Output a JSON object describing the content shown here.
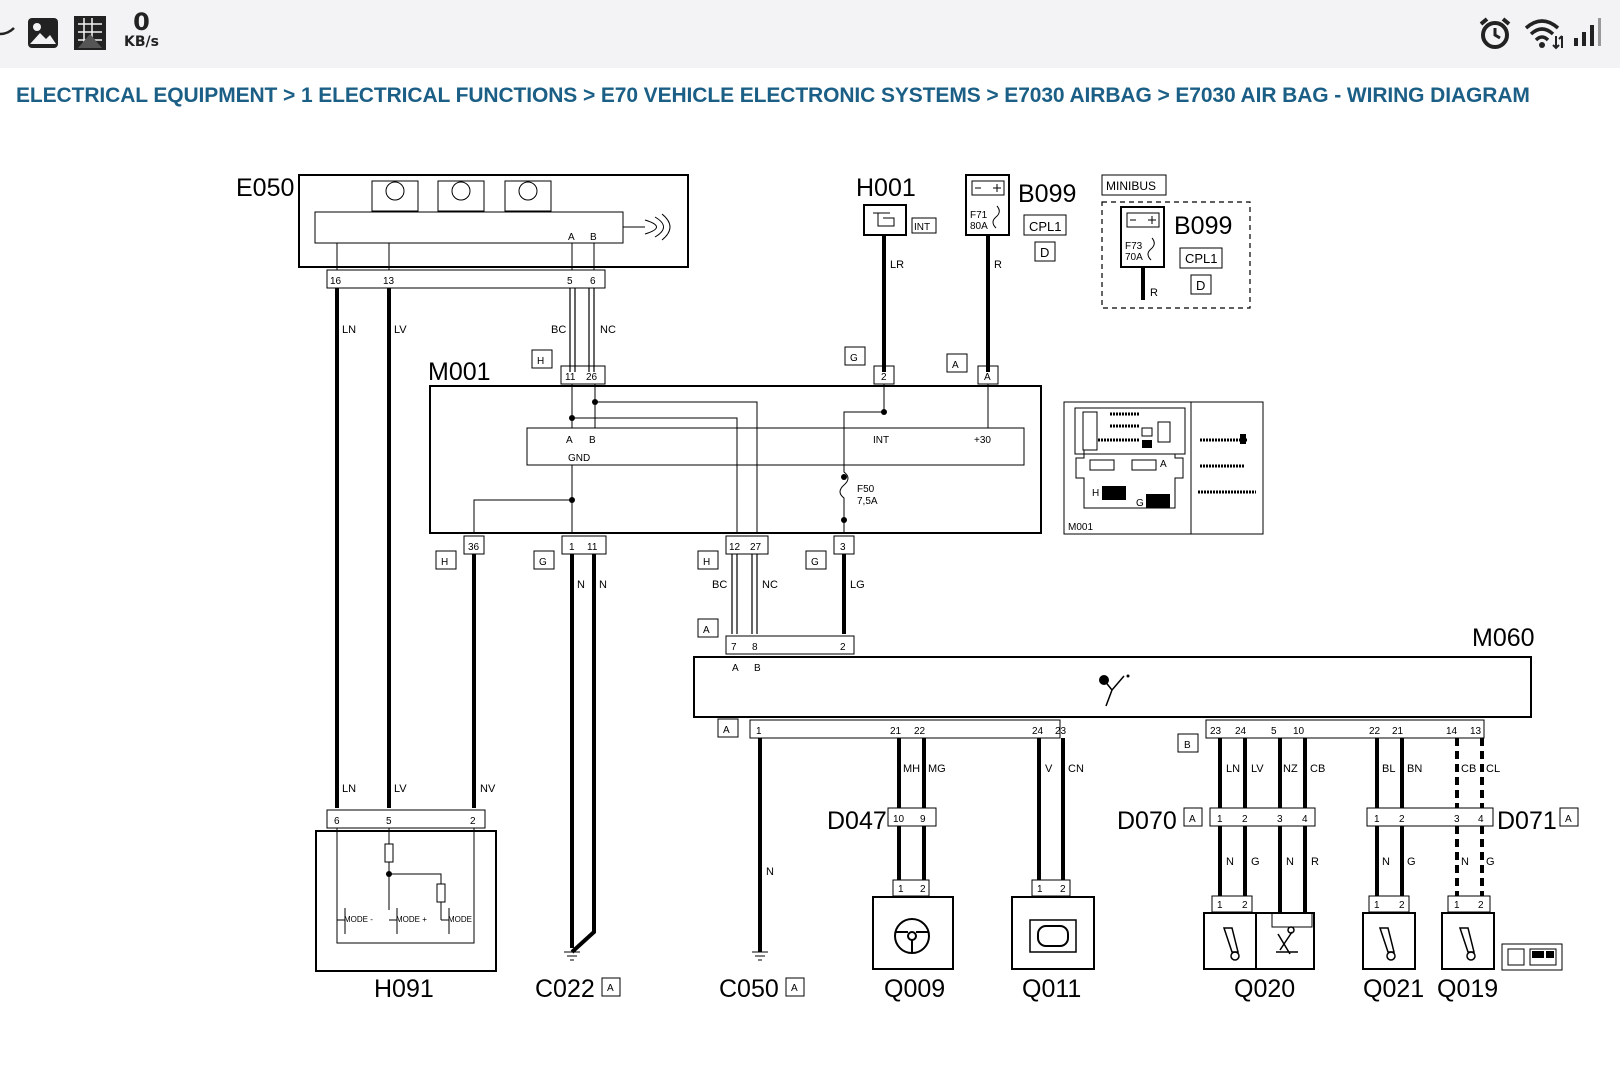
{
  "status_bar": {
    "net_speed_value": "0",
    "net_speed_unit": "KB/s",
    "icons": [
      "back-arrow-icon",
      "image-icon",
      "chip-icon",
      "alarm-icon",
      "wifi-icon",
      "signal-icon"
    ]
  },
  "breadcrumb": [
    "ELECTRICAL EQUIPMENT",
    "1 ELECTRICAL FUNCTIONS",
    "E70 VEHICLE ELECTRONIC SYSTEMS",
    "E7030 AIRBAG",
    "E7030 AIR BAG - WIRING DIAGRAM"
  ],
  "breadcrumb_separator": ">",
  "diagram": {
    "components": {
      "E050": "E050",
      "H001": "H001",
      "B099": "B099",
      "B099_alt": "B099",
      "M001": "M001",
      "M060": "M060",
      "H091": "H091",
      "C022": "C022",
      "C050": "C050",
      "D047": "D047",
      "D070": "D070",
      "D071": "D071",
      "Q009": "Q009",
      "Q011": "Q011",
      "Q020": "Q020",
      "Q021": "Q021",
      "Q019": "Q019"
    },
    "tags": {
      "minibus": "MINIBUS",
      "int": "INT",
      "cpl1": "CPL1",
      "d": "D",
      "a": "A",
      "b": "B",
      "g": "G",
      "h": "H",
      "gnd": "GND",
      "plus30": "+30",
      "int_pin": "INT",
      "f50": "F50",
      "f50_rating": "7,5A",
      "f71": "F71",
      "f71_rating": "80A",
      "f73": "F73",
      "f73_rating": "70A",
      "mode_minus": "MODE -",
      "mode_plus": "MODE +",
      "mode": "MODE",
      "m001_small": "M001"
    },
    "wires": {
      "LN": "LN",
      "LV": "LV",
      "NV": "NV",
      "BC": "BC",
      "NC": "NC",
      "LR": "LR",
      "R": "R",
      "N": "N",
      "LG": "LG",
      "MH": "MH",
      "MG": "MG",
      "V": "V",
      "CN": "CN",
      "NZ": "NZ",
      "CB": "CB",
      "BL": "BL",
      "BN": "BN",
      "CL": "CL",
      "G": "G"
    },
    "pins": {
      "p1": "1",
      "p2": "2",
      "p3": "3",
      "p4": "4",
      "p5": "5",
      "p6": "6",
      "p7": "7",
      "p8": "8",
      "p9": "9",
      "p10": "10",
      "p11": "11",
      "p12": "12",
      "p13": "13",
      "p14": "14",
      "p16": "16",
      "p21": "21",
      "p22": "22",
      "p23": "23",
      "p24": "24",
      "p26": "26",
      "p27": "27",
      "p36": "36",
      "pA": "A",
      "pB": "B"
    }
  }
}
